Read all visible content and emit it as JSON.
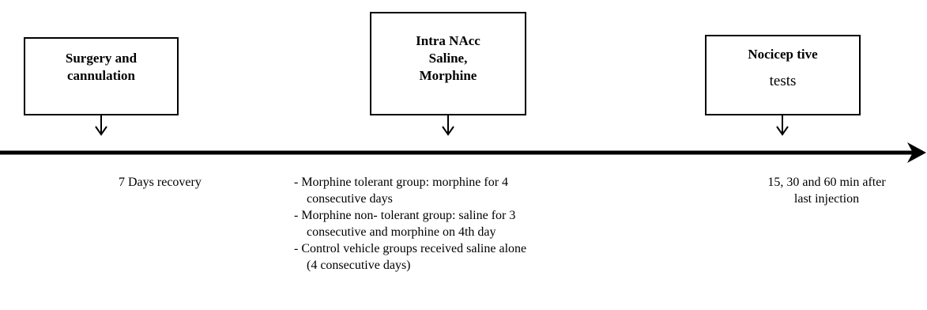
{
  "steps": [
    {
      "lines": [
        "Surgery and",
        "cannulation"
      ]
    },
    {
      "lines": [
        "Intra NAcc",
        "Saline,",
        "Morphine"
      ]
    },
    {
      "lines": [
        "Nocicep tive",
        "tests"
      ]
    }
  ],
  "annotations": {
    "recovery": "7 Days recovery",
    "groups": [
      {
        "text": "- Morphine tolerant group: morphine for 4",
        "cont": "consecutive days"
      },
      {
        "text": "- Morphine non- tolerant group: saline for 3",
        "cont": "consecutive and morphine on 4th day"
      },
      {
        "text": "- Control vehicle groups received saline alone",
        "cont": "(4 consecutive days)"
      }
    ],
    "after_lines": [
      "15, 30 and 60 min after",
      "last injection"
    ]
  }
}
